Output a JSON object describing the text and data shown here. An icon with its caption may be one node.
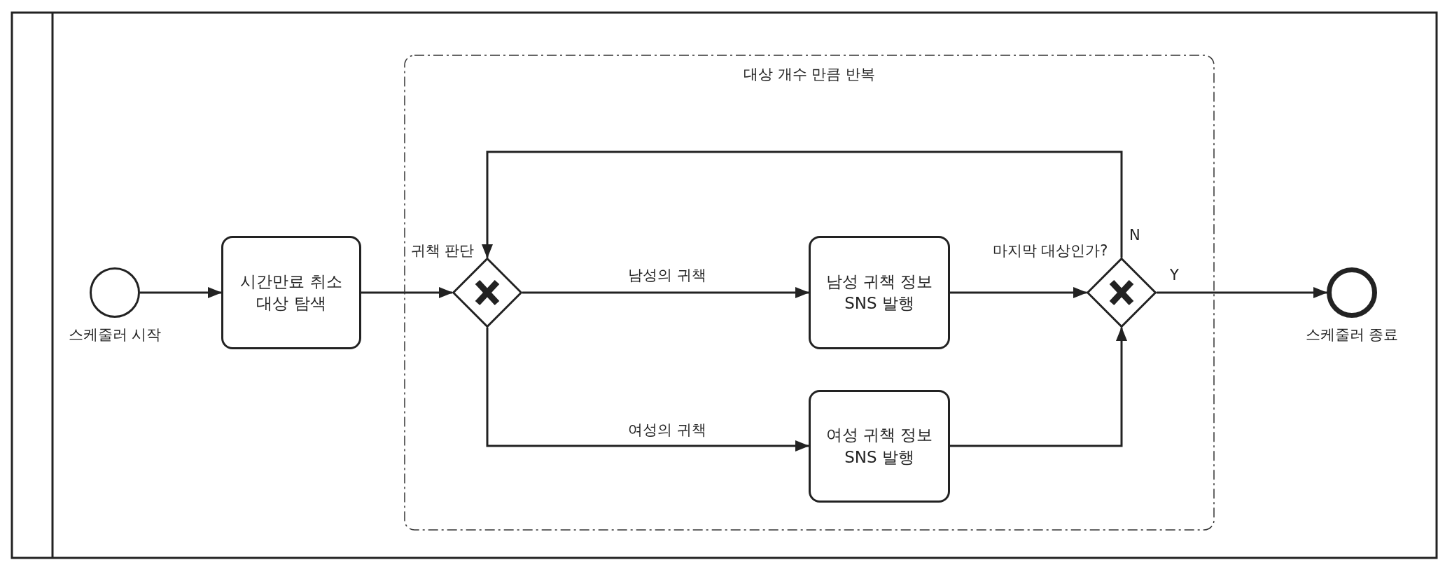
{
  "diagram": {
    "nodes": [
      {
        "text": [],
        "shape": "circle",
        "beside": [
          "스케줄러 시작"
        ]
      },
      {
        "text": [
          "시간만료 취소 대상 탐색"
        ]
      },
      {
        "text": [
          "대상 개수 만큼 반복"
        ]
      },
      {
        "text": [],
        "shape": "diamond",
        "beside": [
          "귀책 판단"
        ],
        "in": 2
      },
      {
        "text": [
          "남성 귀책 정보 SNS 발행"
        ],
        "in": 2
      },
      {
        "text": [
          "여성 귀책 정보 SNS 발행"
        ],
        "in": 2
      },
      {
        "text": [],
        "shape": "diamond",
        "beside": [
          "마지막 대상인가?"
        ],
        "in": 2
      },
      {
        "text": [],
        "shape": "circle",
        "beside": [
          "스케줄러 종료"
        ]
      }
    ],
    "edges": [
      {
        "from": 0,
        "to": 1,
        "arrow": "to"
      },
      {
        "from": 1,
        "to": 3,
        "arrow": "to"
      },
      {
        "from": 3,
        "to": 4,
        "label": "남성의 귀책",
        "arrow": "to"
      },
      {
        "from": 3,
        "to": 5,
        "label": "여성의 귀책",
        "arrow": "to"
      },
      {
        "from": 4,
        "to": 6,
        "arrow": "to"
      },
      {
        "from": 5,
        "to": 6,
        "arrow": "to"
      },
      {
        "from": 6,
        "to": 3,
        "label": "N",
        "arrow": "to"
      },
      {
        "from": 6,
        "to": 7,
        "label": "Y",
        "arrow": "to"
      }
    ]
  }
}
